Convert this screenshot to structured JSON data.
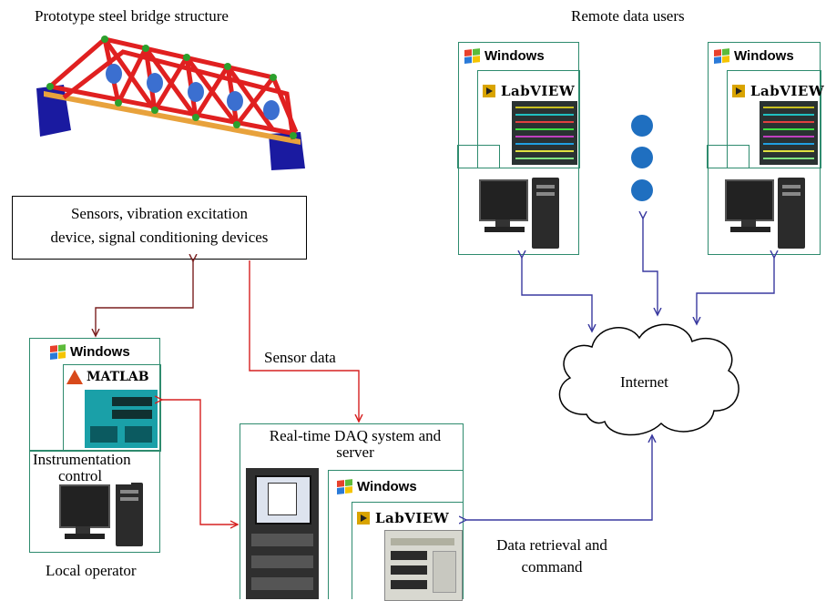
{
  "bridge_title": "Prototype steel bridge structure",
  "remote_title": "Remote data users",
  "sensors_box": {
    "line1": "Sensors, vibration excitation",
    "line2": "device, signal conditioning devices"
  },
  "sensor_data_label": "Sensor data",
  "internet_label": "Internet",
  "daq_label": {
    "line1": "Real-time DAQ system and",
    "line2": "server"
  },
  "instrumentation_label": {
    "line1": "Instrumentation",
    "line2": "control"
  },
  "local_operator_label": "Local operator",
  "data_retrieval_label": {
    "line1": "Data retrieval and",
    "line2": "command"
  },
  "software": {
    "windows": "Windows",
    "labview": "LabVIEW",
    "matlab": "MATLAB"
  },
  "colors": {
    "panel_border": "#2e8b6e",
    "red_arrow": "#d62020",
    "dark_red_arrow": "#7a1f1f",
    "blue_arrow": "#3a3aa0",
    "dot": "#1f6fc0",
    "bridge_red": "#e02020",
    "bridge_base": "#1a1aa0"
  }
}
